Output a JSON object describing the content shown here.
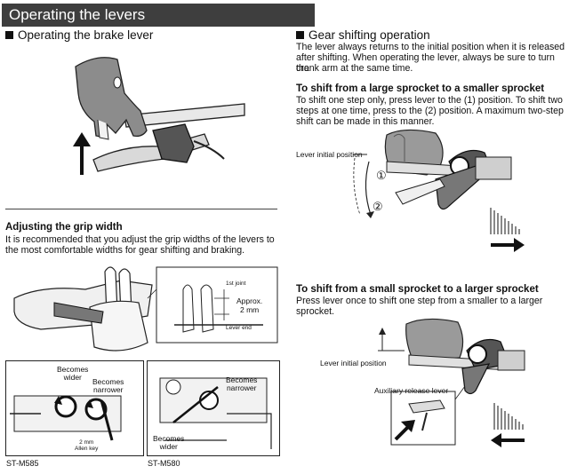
{
  "banner": {
    "title": "Operating the levers"
  },
  "brake": {
    "heading": "Operating the brake lever"
  },
  "grip": {
    "heading": "Adjusting the grip width",
    "text_line1": "It is recommended that you adjust the grip widths of the levers to",
    "text_line2": "the most comfortable widths for gear shifting and braking.",
    "detail": {
      "first_joint": "1st joint",
      "approx": "Approx.",
      "distance": "2 mm",
      "lever_end": "Lever end"
    },
    "m585": {
      "wider_1": "Becomes",
      "wider_2": "wider",
      "narrower_1": "Becomes",
      "narrower_2": "narrower",
      "key_1": "2 mm",
      "key_2": "Allen key",
      "model": "ST-M585"
    },
    "m580": {
      "narrower_1": "Becomes",
      "narrower_2": "narrower",
      "wider_1": "Becomes",
      "wider_2": "wider",
      "model": "ST-M580"
    }
  },
  "gear": {
    "heading": "Gear shifting operation",
    "intro_line1": "The lever always returns to the initial position when it is released",
    "intro_line2": "after shifting. When operating the lever, always be sure to turn the",
    "intro_line3": "crank arm at the same time.",
    "large_to_small": {
      "heading": "To shift from a large sprocket to a smaller sprocket",
      "line1": "To shift one step only, press lever to the (1) position. To shift two",
      "line2": "steps at one time, press to the (2) position. A maximum two-step",
      "line3": "shift can be made in this manner.",
      "initial_position": "Lever initial position",
      "pos1": "①",
      "pos2": "②"
    },
    "small_to_large": {
      "heading": "To shift from a small sprocket to a larger sprocket",
      "line1": "Press lever once to shift one step from a smaller to a larger",
      "line2": "sprocket.",
      "initial_position": "Lever initial position",
      "aux_lever": "Auxiliary release lever"
    }
  }
}
